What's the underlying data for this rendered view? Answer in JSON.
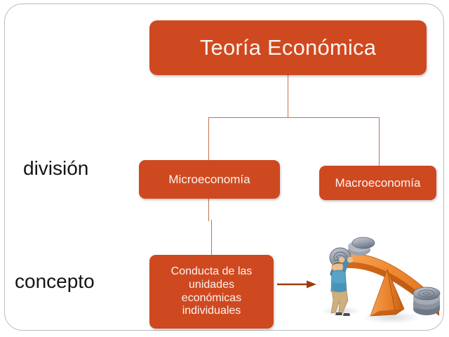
{
  "slide": {
    "frame": {
      "style": "rounded-rectangle-border",
      "color": "#b9bdc2"
    },
    "background": "#ffffff",
    "accent_color": "#cf4920",
    "connector_color": "#c4714f",
    "arrow_color": "#9e3a10",
    "text_on_accent": "#fdf3ef",
    "label_color": "#151515"
  },
  "diagram": {
    "title_box": {
      "label": "Teoría Económica"
    },
    "row_labels": [
      {
        "key": "division",
        "label": "división"
      },
      {
        "key": "concepto",
        "label": "concepto"
      }
    ],
    "division_boxes": [
      {
        "key": "microeconomia",
        "label": "Microeconomía"
      },
      {
        "key": "macroeconomia",
        "label": "Macroeconomía"
      }
    ],
    "concept_box": {
      "label": "Conducta de las\nunidades\neconómicas\nindividuales",
      "lines": [
        "Conducta de las",
        "unidades",
        "económicas",
        "individuales"
      ]
    },
    "concept_arrow": {
      "icon": "arrow-right-icon",
      "direction": "right"
    },
    "illustration": {
      "icon": "person-lifting-coins-on-seesaw-icon",
      "description": "Person lifting a stack of coins onto an orange seesaw balanced on a triangular fulcrum, with a coin stack on the opposite end"
    }
  }
}
